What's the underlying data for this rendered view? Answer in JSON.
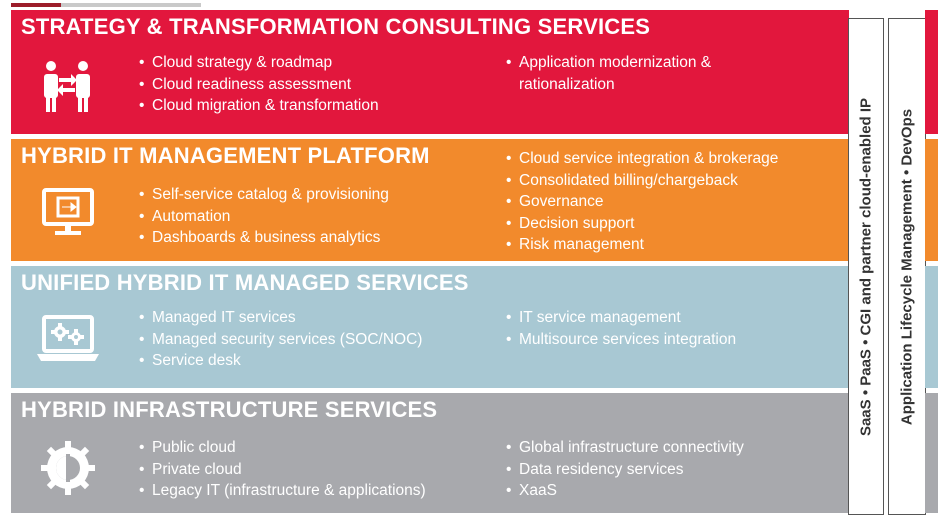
{
  "bands": [
    {
      "title": "STRATEGY & TRANSFORMATION CONSULTING SERVICES",
      "icon": "consulting-people-icon",
      "left_items": [
        "Cloud strategy & roadmap",
        "Cloud readiness assessment",
        "Cloud migration & transformation"
      ],
      "right_items": [
        "Application modernization & ",
        "rationalization"
      ]
    },
    {
      "title": "HYBRID IT MANAGEMENT PLATFORM",
      "icon": "monitor-icon",
      "left_items": [
        "Self-service catalog & provisioning",
        "Automation",
        "Dashboards & business analytics"
      ],
      "right_items": [
        "Cloud service integration & brokerage",
        "Consolidated billing/chargeback",
        "Governance",
        "Decision support",
        "Risk management"
      ]
    },
    {
      "title": "UNIFIED HYBRID IT MANAGED SERVICES",
      "icon": "laptop-gears-icon",
      "left_items": [
        "Managed IT services",
        "Managed security services (SOC/NOC)",
        "Service desk"
      ],
      "right_items": [
        "IT service management",
        "Multisource services integration"
      ]
    },
    {
      "title": "HYBRID INFRASTRUCTURE SERVICES",
      "icon": "globe-gear-icon",
      "left_items": [
        "Public cloud",
        "Private cloud",
        "Legacy IT (infrastructure & applications)"
      ],
      "right_items": [
        "Global infrastructure connectivity",
        "Data residency services",
        "XaaS"
      ]
    }
  ],
  "side_columns": [
    "SaaS • PaaS • CGI and partner cloud-enabled IP",
    "Application Lifecycle Management • DevOps"
  ],
  "colors": {
    "strategy": "#e2173d",
    "platform": "#f28a2c",
    "managed": "#a8c8d3",
    "infra": "#a8a9ad",
    "accent_top": "#9c1d2a"
  }
}
